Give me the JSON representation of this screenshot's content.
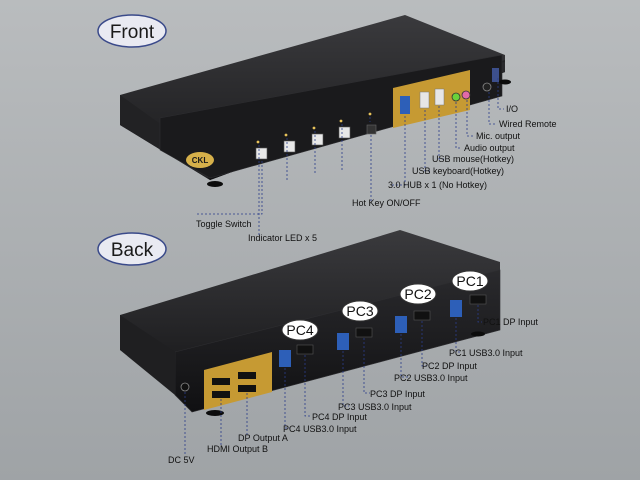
{
  "sections": {
    "front": "Front",
    "back": "Back"
  },
  "front": {
    "callouts": [
      "I/O",
      "Wired Remote",
      "Mic. output",
      "Audio output",
      "USB mouse(Hotkey)",
      "USB keyboard(Hotkey)",
      "3.0 HUB x 1 (No Hotkey)",
      "Hot Key ON/OFF",
      "Toggle Switch",
      "Indicator LED x 5"
    ],
    "logo_text": "CKL"
  },
  "back": {
    "pc_badges": [
      "PC1",
      "PC2",
      "PC3",
      "PC4"
    ],
    "callouts": [
      "PC1 DP Input",
      "PC1 USB3.0 Input",
      "PC2 DP Input",
      "PC2 USB3.0 Input",
      "PC3 DP Input",
      "PC3 USB3.0 Input",
      "PC4 DP Input",
      "PC4 USB3.0 Input",
      "DP Output A",
      "HDMI Output B",
      "DC 5V"
    ]
  },
  "colors": {
    "background": "#a9acaf",
    "device": "#1c1c1e",
    "gold_panel": "#c69a33",
    "usb_blue": "#2d5fb8",
    "pill_border": "#3a4a8a",
    "callout_line": "#2b3d8a"
  }
}
